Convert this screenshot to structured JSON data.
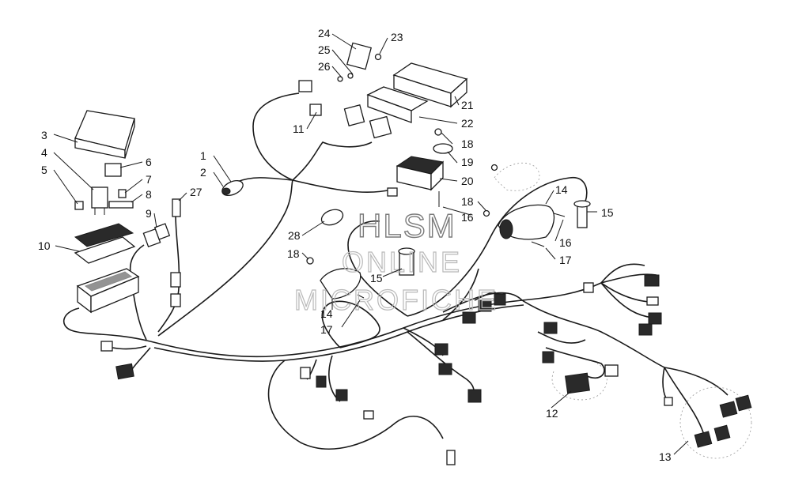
{
  "watermark": {
    "line1": "HLSM",
    "line2": "ONLINE",
    "line3": "MICROFICHE"
  },
  "callouts": [
    {
      "id": "c1",
      "text": "1"
    },
    {
      "id": "c2",
      "text": "2"
    },
    {
      "id": "c3",
      "text": "3"
    },
    {
      "id": "c4",
      "text": "4"
    },
    {
      "id": "c5",
      "text": "5"
    },
    {
      "id": "c6",
      "text": "6"
    },
    {
      "id": "c7",
      "text": "7"
    },
    {
      "id": "c8",
      "text": "8"
    },
    {
      "id": "c9",
      "text": "9"
    },
    {
      "id": "c10",
      "text": "10"
    },
    {
      "id": "c11",
      "text": "11"
    },
    {
      "id": "c12",
      "text": "12"
    },
    {
      "id": "c13",
      "text": "13"
    },
    {
      "id": "c14a",
      "text": "14"
    },
    {
      "id": "c14b",
      "text": "14"
    },
    {
      "id": "c15a",
      "text": "15"
    },
    {
      "id": "c15b",
      "text": "15"
    },
    {
      "id": "c16a",
      "text": "16"
    },
    {
      "id": "c16b",
      "text": "16"
    },
    {
      "id": "c17a",
      "text": "17"
    },
    {
      "id": "c17b",
      "text": "17"
    },
    {
      "id": "c18a",
      "text": "18"
    },
    {
      "id": "c18b",
      "text": "18"
    },
    {
      "id": "c18c",
      "text": "18"
    },
    {
      "id": "c19",
      "text": "19"
    },
    {
      "id": "c20",
      "text": "20"
    },
    {
      "id": "c21",
      "text": "21"
    },
    {
      "id": "c22",
      "text": "22"
    },
    {
      "id": "c23",
      "text": "23"
    },
    {
      "id": "c24",
      "text": "24"
    },
    {
      "id": "c25",
      "text": "25"
    },
    {
      "id": "c26",
      "text": "26"
    },
    {
      "id": "c27",
      "text": "27"
    },
    {
      "id": "c28",
      "text": "28"
    }
  ]
}
